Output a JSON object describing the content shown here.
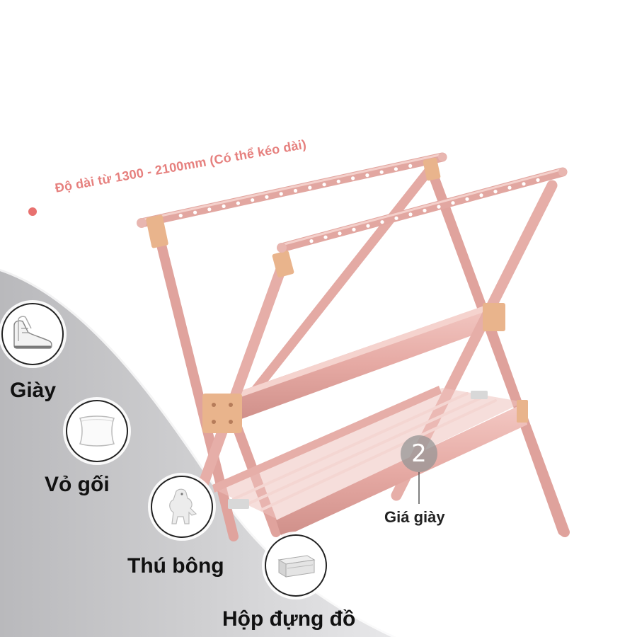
{
  "product": {
    "length_note": "Độ dài từ 1300 - 2100mm (Có thể kéo dài)",
    "shelf_number": "2",
    "shelf_label": "Giá giày"
  },
  "items": [
    {
      "label": "Giày",
      "icon": "sneaker-icon"
    },
    {
      "label": "Vỏ gối",
      "icon": "pillowcase-icon"
    },
    {
      "label": "Thú bông",
      "icon": "dinosaur-toy-icon"
    },
    {
      "label": "Hộp đựng đồ",
      "icon": "storage-box-icon"
    }
  ],
  "colors": {
    "frame": "#e4a9a4",
    "frame_shadow": "#c98c87",
    "connector": "#e7b28a",
    "accent_dot": "#e8716f",
    "label_pink": "#e6807e",
    "background_curve": "#c4c4c6"
  }
}
